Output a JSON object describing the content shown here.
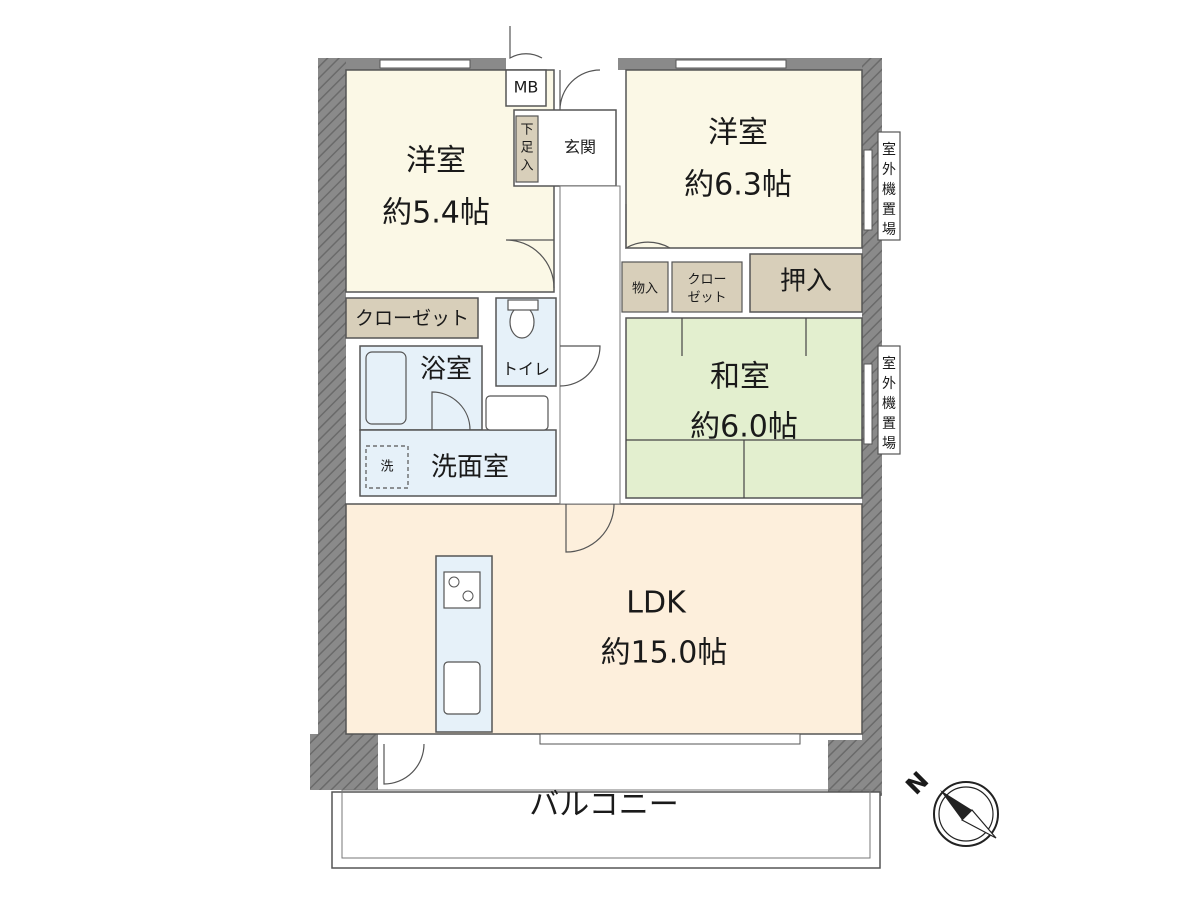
{
  "colors": {
    "western_room": "#fbf8e6",
    "japanese_room": "#e3efcf",
    "ldk": "#fdefdc",
    "wet_area": "#e6f1f9",
    "storage": "#d8cfba",
    "wall": "#8a8a8a",
    "balcony": "#ffffff"
  },
  "rooms": {
    "western1": {
      "name": "洋室",
      "size": "約5.4帖"
    },
    "western2": {
      "name": "洋室",
      "size": "約6.3帖"
    },
    "japanese": {
      "name": "和室",
      "size": "約6.0帖"
    },
    "ldk": {
      "name": "LDK",
      "size": "約15.0帖"
    },
    "bath": {
      "name": "浴室"
    },
    "toilet": {
      "name": "トイレ"
    },
    "washroom": {
      "name": "洗面室"
    },
    "entrance": {
      "name": "玄関"
    }
  },
  "labels": {
    "mb": "MB",
    "shoe_storage": [
      "下",
      "足",
      "入"
    ],
    "closet1": "クローゼット",
    "storage_small": "物入",
    "closet2": [
      "クロー",
      "ゼット"
    ],
    "oshiire": "押入",
    "washer": "洗",
    "balcony": "バルコニー",
    "outdoor_unit": [
      "室",
      "外",
      "機",
      "置",
      "場"
    ],
    "compass_letter": "N"
  }
}
